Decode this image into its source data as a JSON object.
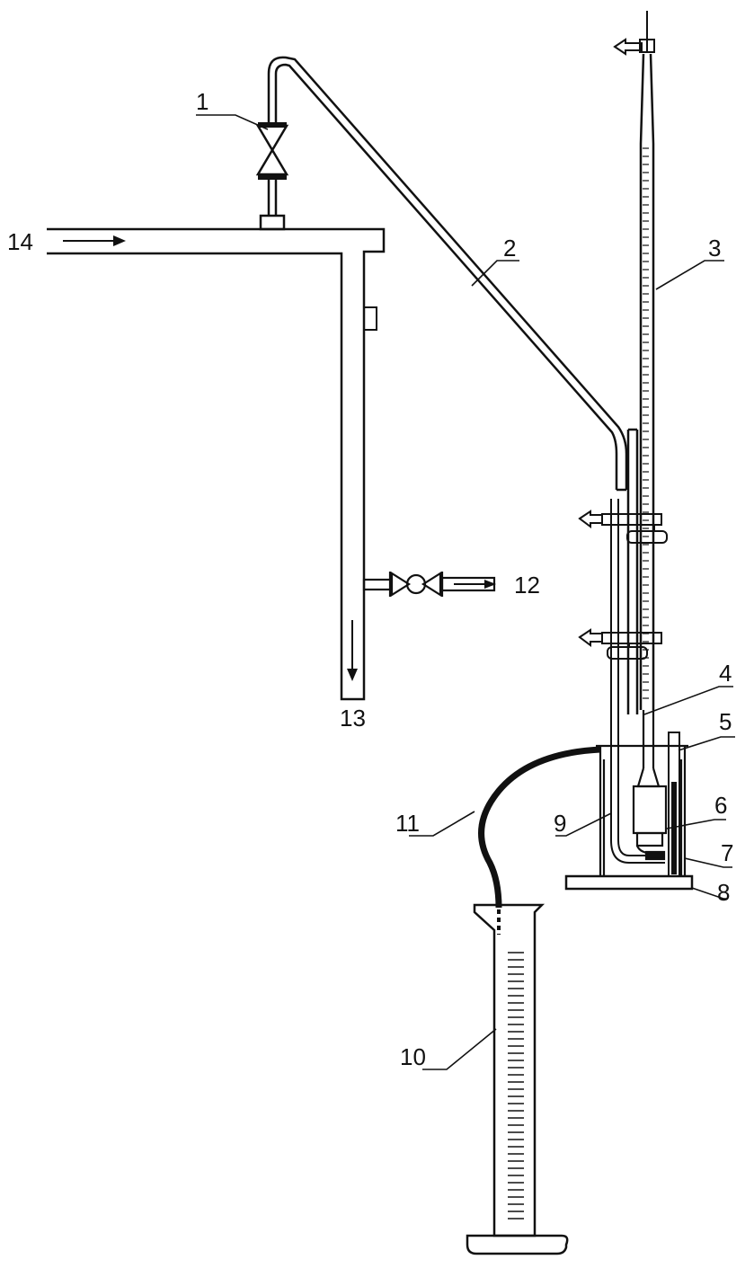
{
  "labels": {
    "valve_top": "1",
    "pipe": "2",
    "burette": "3",
    "tube_4": "4",
    "thermometer": "5",
    "cell": "6",
    "beaker": "7",
    "base": "8",
    "side_tube": "9",
    "cylinder": "10",
    "hose": "11",
    "outlet_valve": "12",
    "drain": "13",
    "inlet": "14"
  },
  "colors": {
    "ink": "#111111",
    "background": "#ffffff"
  }
}
